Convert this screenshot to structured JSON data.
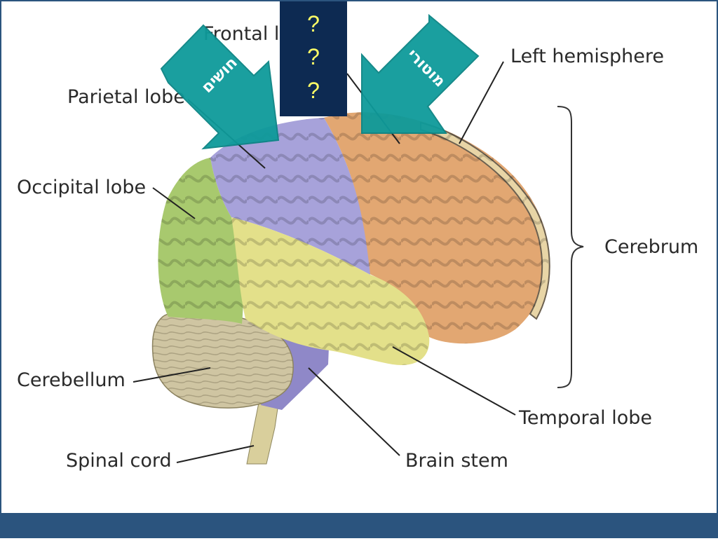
{
  "labels": {
    "frontal": "Frontal lobe",
    "left_hemisphere": "Left hemisphere",
    "parietal": "Parietal lobe",
    "occipital": "Occipital lobe",
    "cerebrum": "Cerebrum",
    "cerebellum": "Cerebellum",
    "spinal_cord": "Spinal cord",
    "brain_stem": "Brain stem",
    "temporal": "Temporal lobe"
  },
  "overlay": {
    "sensory_arrow": "חושים",
    "motor_arrow": "מוטורי",
    "question_marks": [
      "?",
      "?",
      "?"
    ]
  },
  "colors": {
    "frame": "#2b547e",
    "question_box": "#0d2a52",
    "question_text": "#ffff66",
    "arrow": "#0e9a9a",
    "frontal": "#e2a772",
    "parietal": "#a7a2da",
    "occipital": "#a8c96e",
    "temporal": "#e3e08a",
    "cerebellum": "#cfc5a2",
    "brain_stem": "#8f88c8"
  }
}
